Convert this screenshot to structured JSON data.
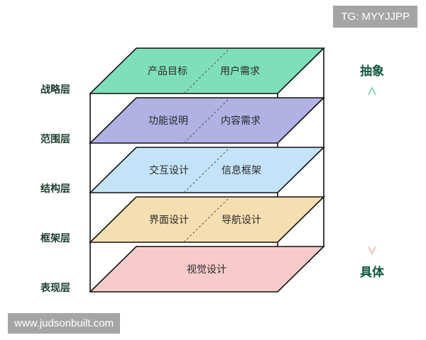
{
  "layers": [
    {
      "label": "战略层",
      "items": [
        "产品目标",
        "用户需求"
      ],
      "color": "#7fdfba"
    },
    {
      "label": "范围层",
      "items": [
        "功能说明",
        "内容需求"
      ],
      "color": "#b1b1e4"
    },
    {
      "label": "结构层",
      "items": [
        "交互设计",
        "信息框架"
      ],
      "color": "#c4e3f8"
    },
    {
      "label": "框架层",
      "items": [
        "界面设计",
        "导航设计"
      ],
      "color": "#f5dfb0"
    },
    {
      "label": "表现层",
      "items": [
        "视觉设计"
      ],
      "color": "#f8cbcb"
    }
  ],
  "axis": {
    "top_label": "抽象",
    "bottom_label": "具体",
    "top_color": "#8fd9bb",
    "bottom_color": "#f2c7bf"
  },
  "watermarks": {
    "top": "TG: MYYJJPP",
    "bottom": "www.judsonbuilt.com"
  }
}
